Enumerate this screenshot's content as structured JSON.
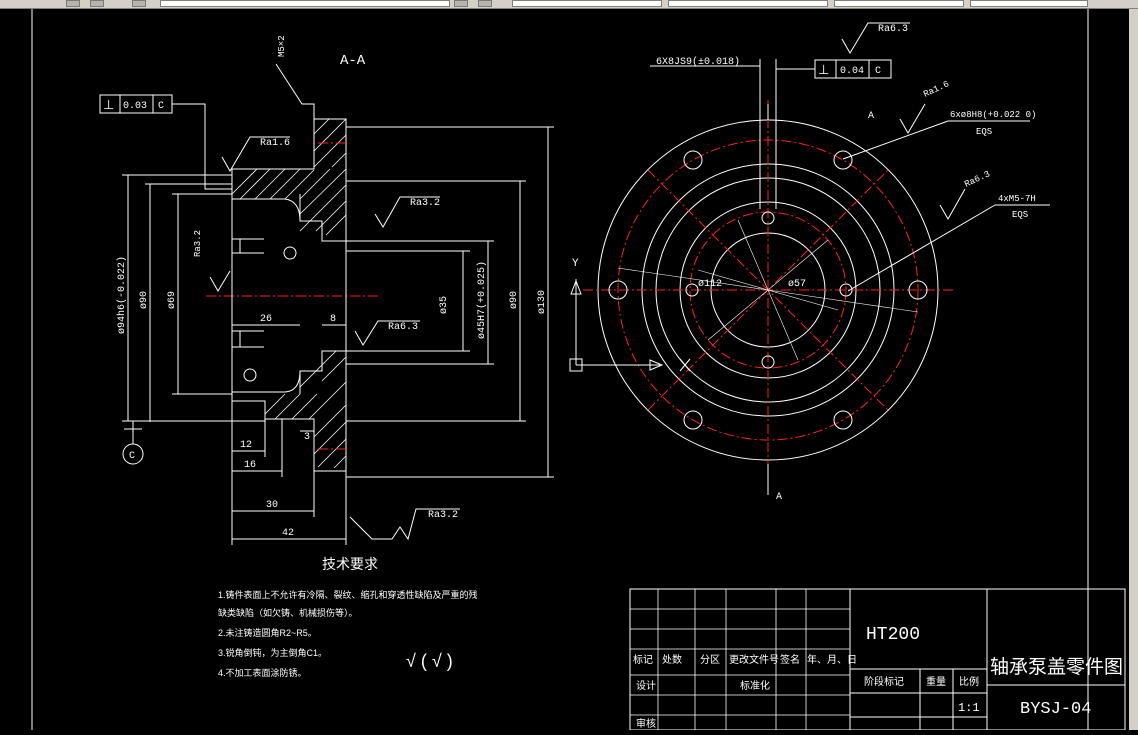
{
  "toolbar": {
    "label": ""
  },
  "drawing": {
    "section_title": "A-A",
    "section_mark": "A",
    "thread_label": "M5×2",
    "tolerance_frames": [
      {
        "symbol": "⊥",
        "value": "0.03",
        "datum": "C"
      },
      {
        "symbol": "⊥",
        "value": "0.04",
        "datum": "C"
      }
    ],
    "roughness": {
      "ra16": "Ra1.6",
      "ra32": "Ra3.2",
      "ra63": "Ra6.3"
    },
    "dims": {
      "d94": "ø94h6(-0.022)",
      "d90": "ø90",
      "d69": "ø69",
      "d35": "ø35",
      "d45": "ø45H7(+0.025)",
      "d90b": "ø90",
      "d130": "ø130",
      "l26": "26",
      "l8": "8",
      "l12": "12",
      "l16": "16",
      "l3": "3",
      "l30": "30",
      "l42": "42",
      "d112": "ø112",
      "d57": "ø57"
    },
    "datum_c": "C",
    "keyway_note": "6X8JS9(±0.018)",
    "holes_note": "6xø8H8(+0.022 0)",
    "holes_eqs": "EQS",
    "thread_note": "4xM5-7H",
    "thread_eqs": "EQS",
    "axis_y": "Y"
  },
  "notes": {
    "title": "技术要求",
    "items": [
      "1.铸件表面上不允许有冷隔、裂纹、缩孔和穿透性缺陷及严重的残",
      "缺类缺陷（如欠铸、机械损伤等）。",
      "2.未注铸造圆角R2~R5。",
      "3.锐角倒钝，为主倒角C1。",
      "4.不加工表面涂防锈。"
    ],
    "symbol": "√ ( √ )"
  },
  "titleblock": {
    "material": "HT200",
    "name": "轴承泵盖零件图",
    "code": "BYSJ-04",
    "scale": "1:1",
    "headers": [
      "标记",
      "处数",
      "分区",
      "更改文件号",
      "签名",
      "年、月、日"
    ],
    "design": "设计",
    "standard": "标准化",
    "review": "审核",
    "stage": "阶段标记",
    "weight": "重量",
    "ratio": "比例"
  }
}
